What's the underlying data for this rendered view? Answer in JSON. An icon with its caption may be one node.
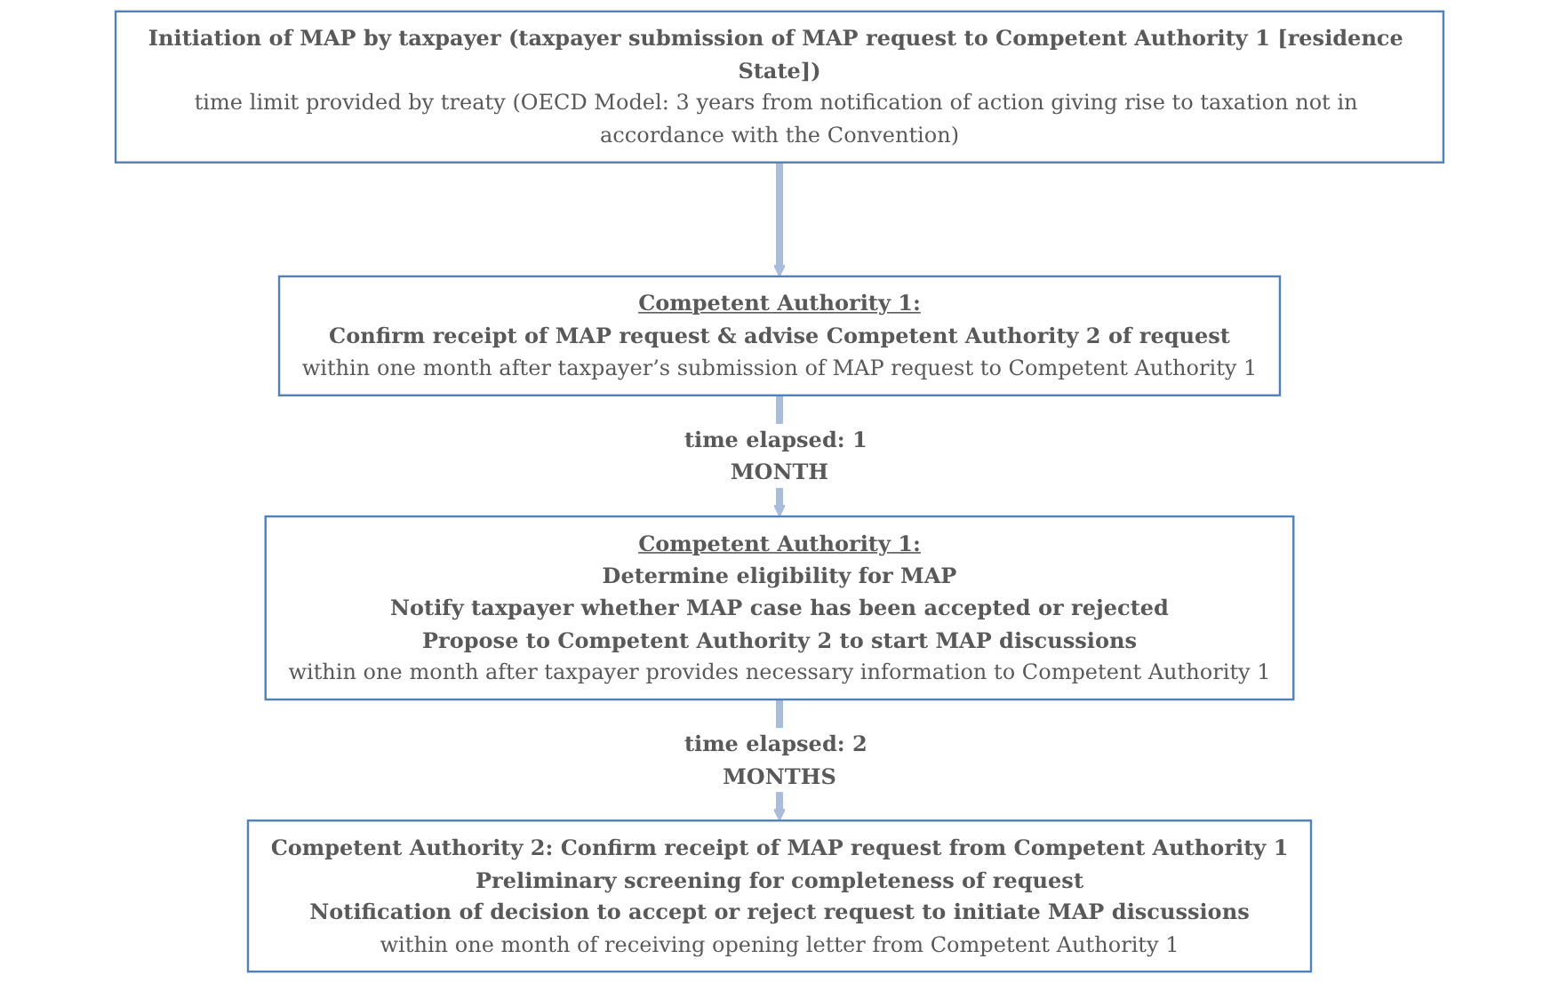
{
  "diagram": {
    "nodes": [
      {
        "text": [
          "Initiation of MAP by taxpayer (taxpayer submission of MAP request to Competent Authority 1 [residence State])",
          "time limit provided by treaty (OECD Model: 3 years from notification of action giving rise to taxation not in accordance with the Convention)"
        ]
      },
      {
        "text": [
          "Competent Authority 1:",
          "Confirm receipt of MAP request & advise Competent Authority 2 of request",
          "within one month after taxpayer’s submission of MAP request to Competent Authority 1"
        ]
      },
      {
        "text": [
          "Competent Authority 1:",
          "Determine eligibility for MAP",
          "Notify taxpayer whether MAP case has been accepted or rejected",
          "Propose to Competent Authority 2 to start MAP discussions",
          "within one month after taxpayer provides necessary information to Competent Authority 1"
        ]
      },
      {
        "text": [
          "Competent Authority 2: Confirm receipt of MAP request from Competent Authority 1",
          "Preliminary screening for completeness of request",
          "Notification of decision to accept or reject request to initiate MAP discussions",
          "within one month of receiving opening letter from Competent Authority 1"
        ]
      }
    ],
    "edges": [
      {
        "from": 0,
        "to": 1,
        "arrow": "to"
      },
      {
        "from": 1,
        "to": 2,
        "arrow": "to",
        "label": "time elapsed: 1 MONTH"
      },
      {
        "from": 2,
        "to": 3,
        "arrow": "to",
        "label": "time elapsed: 2 MONTHS"
      }
    ]
  }
}
